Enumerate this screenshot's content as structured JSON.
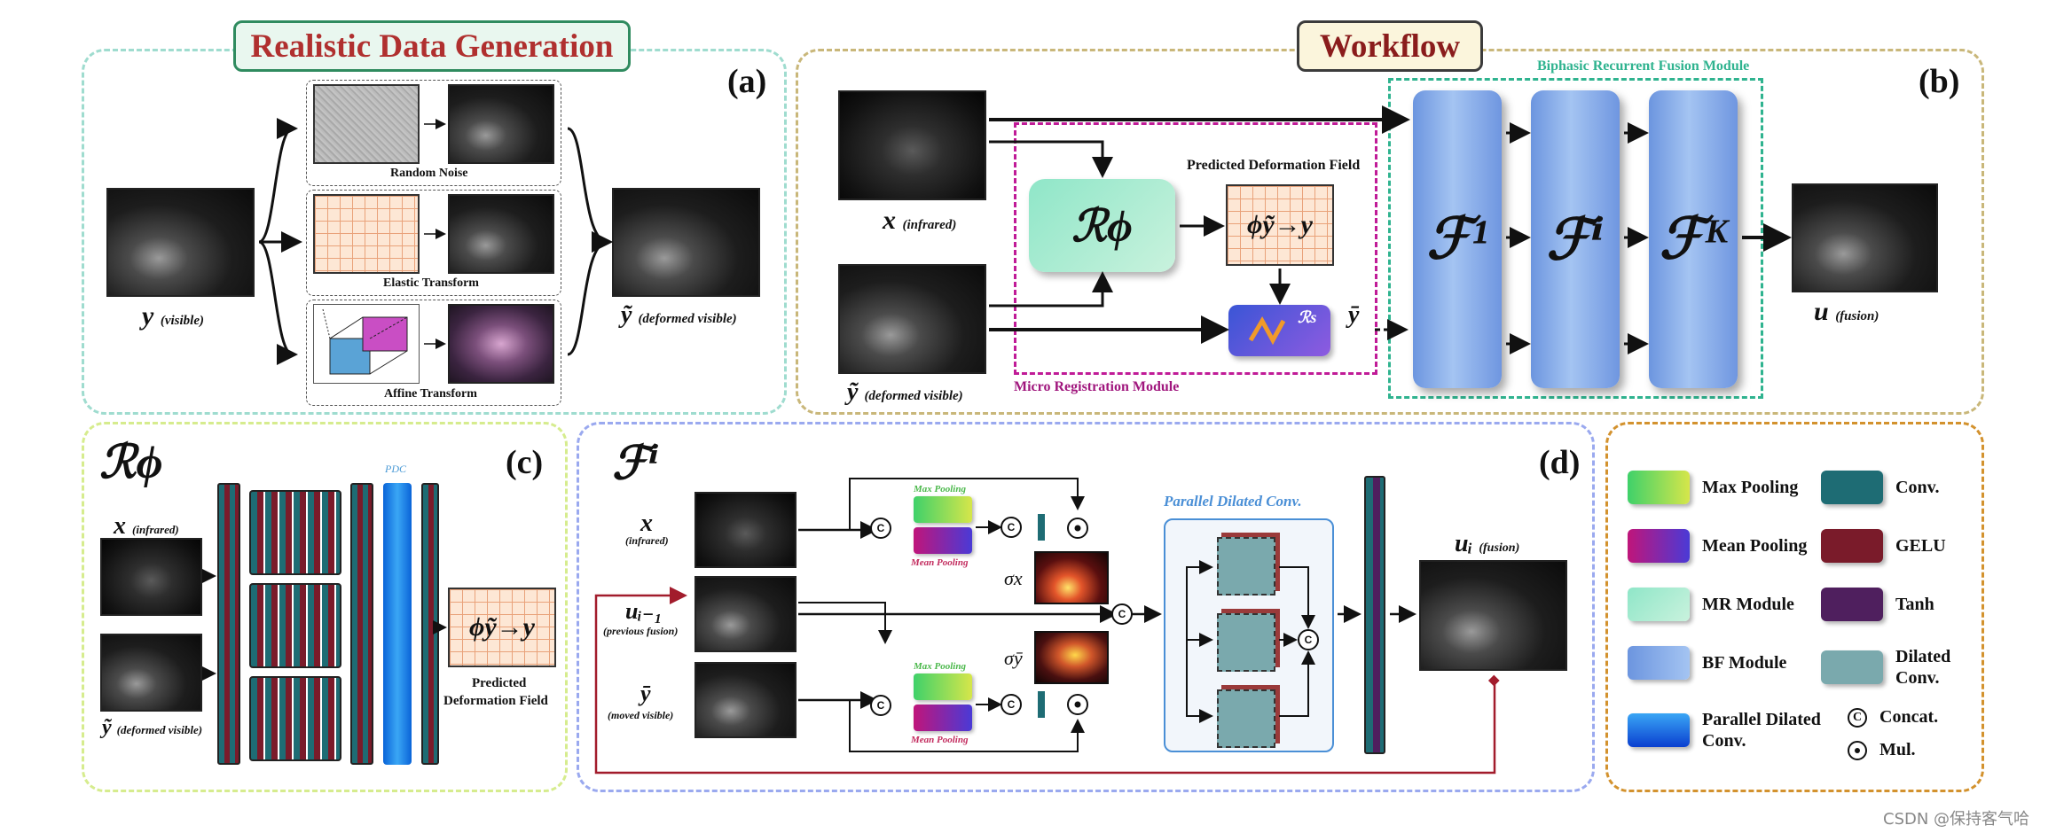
{
  "panel_a": {
    "title": "Realistic Data Generation",
    "label": "(a)",
    "input_symbol": "y",
    "input_caption": "(visible)",
    "output_symbol": "ỹ",
    "output_caption": "(deformed visible)",
    "ops": [
      "Random Noise",
      "Elastic Transform",
      "Affine Transform"
    ]
  },
  "panel_b": {
    "title": "Workflow",
    "label": "(b)",
    "brf_label": "Biphasic Recurrent Fusion Module",
    "mrm_label": "Micro Registration Module",
    "pdf_label": "Predicted Deformation Field",
    "x_symbol": "x",
    "x_caption": "(infrared)",
    "yt_symbol": "ỹ",
    "yt_caption": "(deformed visible)",
    "r_phi": "ℛϕ",
    "phi": "ϕỹ→y",
    "rs": "ℛs",
    "ybar": "ȳ",
    "f_blocks": [
      "ℱ¹",
      "ℱⁱ",
      "ℱᴷ"
    ],
    "u_symbol": "u",
    "u_caption": "(fusion)"
  },
  "panel_c": {
    "title": "ℛϕ",
    "label": "(c)",
    "x_symbol": "x",
    "x_caption": "(infrared)",
    "yt_symbol": "ỹ",
    "yt_caption": "(deformed visible)",
    "pdc": "PDC",
    "phi": "ϕỹ→y",
    "pdf_line1": "Predicted",
    "pdf_line2": "Deformation Field"
  },
  "panel_d": {
    "title": "ℱⁱ",
    "label": "(d)",
    "x_symbol": "x",
    "x_caption": "(infrared)",
    "u_prev_symbol": "uᵢ₋₁",
    "u_prev_caption": "(previous fusion)",
    "ybar_symbol": "ȳ",
    "ybar_caption": "(moved visible)",
    "max_pooling": "Max Pooling",
    "mean_pooling": "Mean Pooling",
    "sigma_x": "σx",
    "sigma_y": "σȳ",
    "pdc_title": "Parallel Dilated Conv.",
    "u_out_symbol": "uᵢ",
    "u_out_caption": "(fusion)",
    "concat_symbol": "C"
  },
  "legend": {
    "items": [
      {
        "label": "Max Pooling",
        "color": "gradient-green"
      },
      {
        "label": "Conv.",
        "color": "#1e6c74"
      },
      {
        "label": "Mean Pooling",
        "color": "gradient-magenta"
      },
      {
        "label": "GELU",
        "color": "#7a1b2a"
      },
      {
        "label": "MR Module",
        "color": "gradient-mint"
      },
      {
        "label": "Tanh",
        "color": "#4f1f5e"
      },
      {
        "label": "BF Module",
        "color": "gradient-blue"
      },
      {
        "label": "Dilated Conv.",
        "color": "#7aa9ad"
      },
      {
        "label": "Parallel Dilated Conv.",
        "color": "gradient-deepblue"
      },
      {
        "label": "Concat.",
        "symbol": "C"
      },
      {
        "label": "Mul.",
        "symbol": "•"
      }
    ]
  },
  "watermark": "CSDN @保持客气哈",
  "colors": {
    "panel_a_border": "#9fdccf",
    "panel_b_border": "#c9b77a",
    "panel_c_border": "#d6ec8e",
    "panel_d_border": "#9aa9ef",
    "legend_border": "#d3922e",
    "title_a_border": "#2f8b5f",
    "title_a_text": "#b0302f",
    "title_b_border": "#3b3b3b",
    "title_b_text": "#8a1c1c",
    "mrm_border": "#c01b97",
    "brf_border": "#2fb38f"
  }
}
